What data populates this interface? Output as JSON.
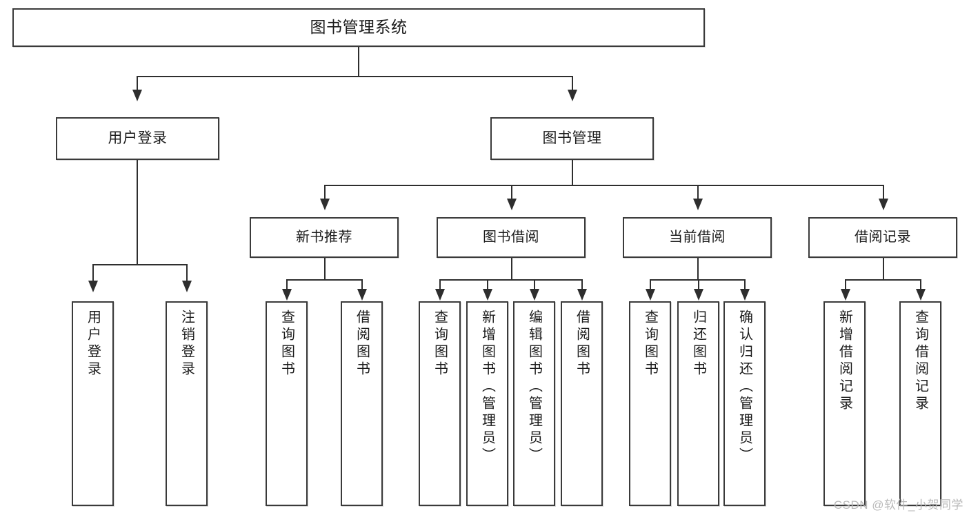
{
  "diagram": {
    "title": "图书管理系统",
    "type": "tree",
    "watermark": "CSDN @软件_小贺同学",
    "colors": {
      "box_border": "#3a3a3a",
      "connector": "#2e2e2e",
      "background": "#ffffff",
      "text": "#1b1b1b",
      "watermark": "#b9b9b9"
    },
    "nodes": {
      "root": {
        "label": "图书管理系统"
      },
      "level2": [
        {
          "label": "用户登录"
        },
        {
          "label": "图书管理"
        }
      ],
      "level3": [
        {
          "label": "新书推荐"
        },
        {
          "label": "图书借阅"
        },
        {
          "label": "当前借阅"
        },
        {
          "label": "借阅记录"
        }
      ],
      "leaves": {
        "user_login": [
          {
            "label": "用户登录"
          },
          {
            "label": "注销登录"
          }
        ],
        "new_book": [
          {
            "label": "查询图书"
          },
          {
            "label": "借阅图书"
          }
        ],
        "book_borrow": [
          {
            "label": "查询图书"
          },
          {
            "label": "新增图书（管理员）"
          },
          {
            "label": "编辑图书（管理员）"
          },
          {
            "label": "借阅图书"
          }
        ],
        "current_borrow": [
          {
            "label": "查询图书"
          },
          {
            "label": "归还图书"
          },
          {
            "label": "确认归还（管理员）"
          }
        ],
        "borrow_record": [
          {
            "label": "新增借阅记录"
          },
          {
            "label": "查询借阅记录"
          }
        ]
      }
    }
  }
}
